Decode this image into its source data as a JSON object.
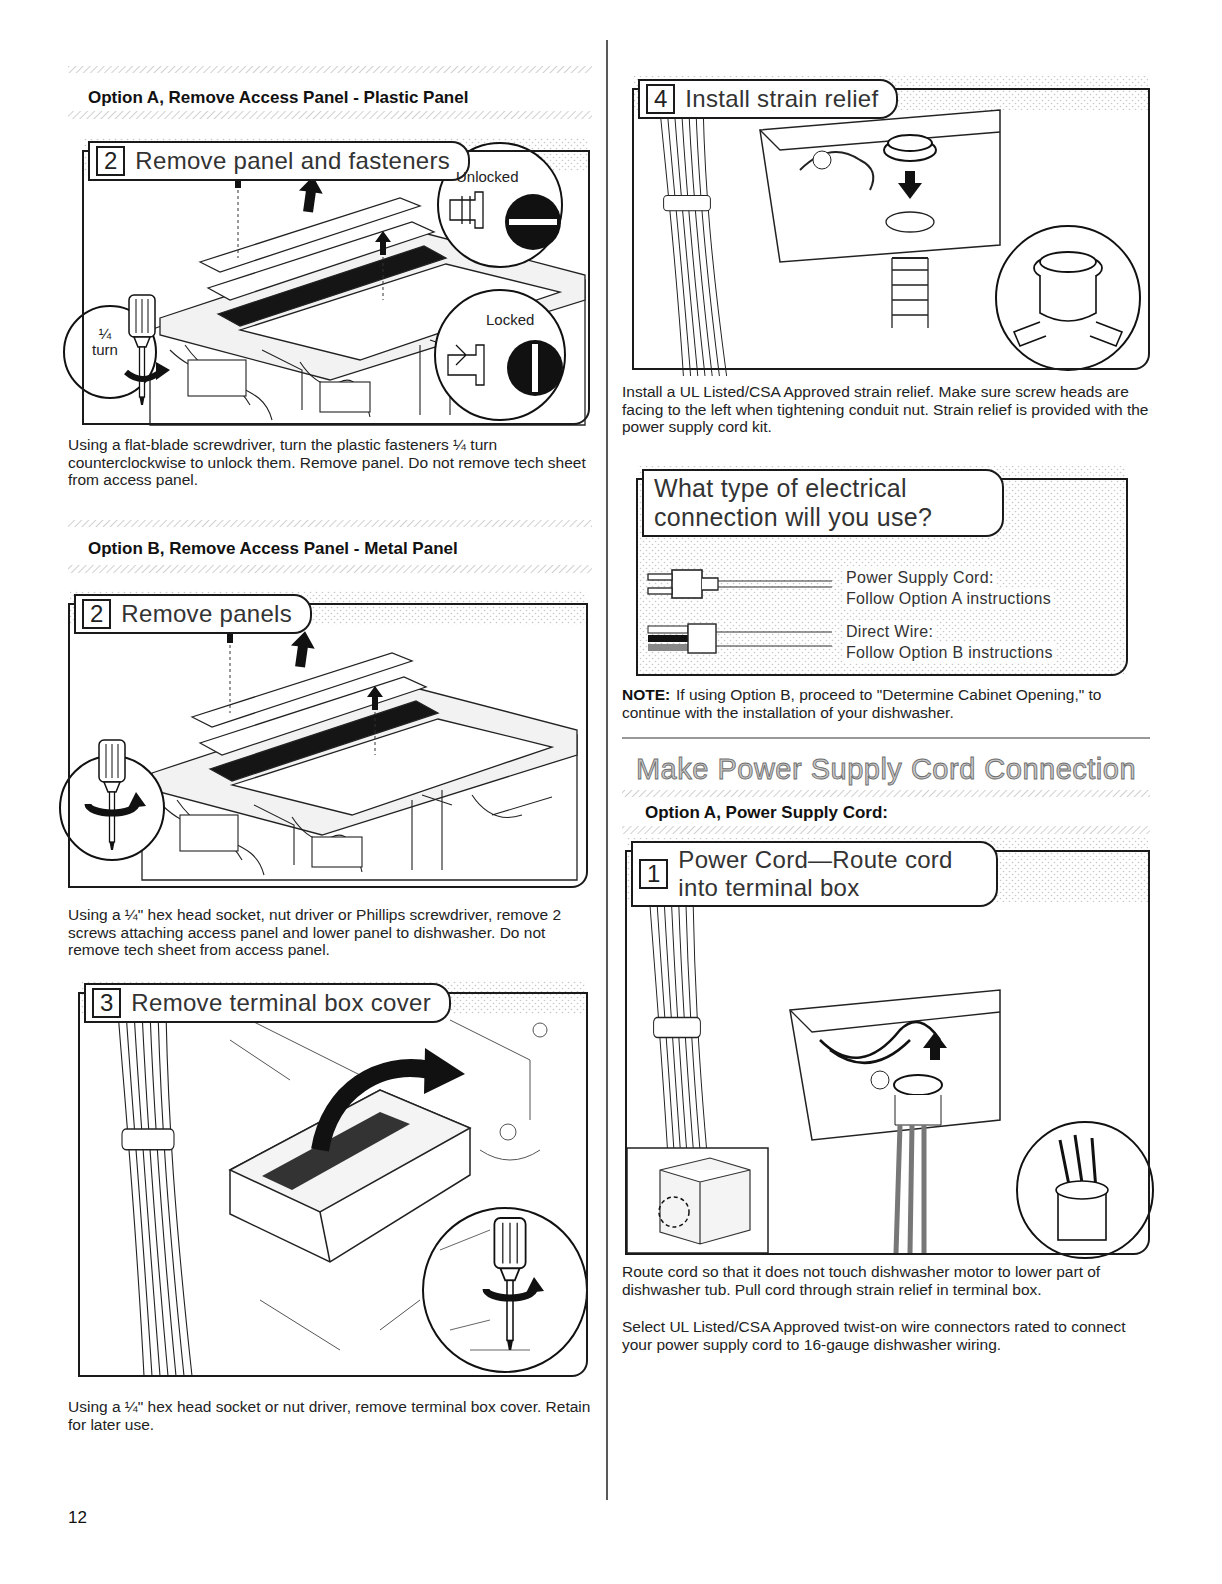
{
  "diagram": {
    "nodes": [
      {
        "text": [
          "2",
          "Remove panel and fasteners"
        ]
      },
      {
        "text": [
          "2",
          "Remove panels"
        ]
      },
      {
        "text": [
          "3",
          "Remove terminal box cover"
        ]
      },
      {
        "text": [
          "4",
          "Install strain relief"
        ]
      },
      {
        "text": [
          "What type of electrical connection will you use?",
          "Power Supply Cord:",
          "Follow Option A instructions",
          "Direct Wire:",
          "Follow Option B instructions"
        ]
      },
      {
        "text": [
          "1",
          "Power Cord—Route cord into terminal box"
        ]
      }
    ],
    "labels": [
      "Option A, Remove Access Panel - Plastic Panel",
      "Unlocked",
      "Locked",
      "¼ turn",
      "Using a flat-blade screwdriver, turn the plastic fasteners ¼ turn counterclockwise to unlock them. Remove panel. Do not remove tech sheet from access panel.",
      "Option B, Remove Access Panel - Metal Panel",
      "Using a ¼\" hex head socket, nut driver or Phillips screwdriver, remove 2 screws attaching access panel and lower panel to dishwasher. Do not remove tech sheet from access panel.",
      "Using a ¼\" hex head socket or nut driver, remove terminal box cover. Retain for later use.",
      "12",
      "Install a UL Listed/CSA Approved strain relief. Make sure screw heads are facing to the left when tightening conduit nut. Strain relief is provided with the power supply cord kit.",
      "NOTE:",
      "If using Option B, proceed to \"Determine Cabinet Opening,\" to continue with the installation of your dishwasher.",
      "Make Power Supply Cord Connection",
      "Option A, Power Supply Cord:",
      "Route cord so that it does not touch dishwasher motor to lower part of dishwasher tub. Pull cord through strain relief in terminal box.",
      "Select UL Listed/CSA Approved twist-on wire connectors rated to connect your power supply cord to 16-gauge dishwasher wiring."
    ]
  }
}
